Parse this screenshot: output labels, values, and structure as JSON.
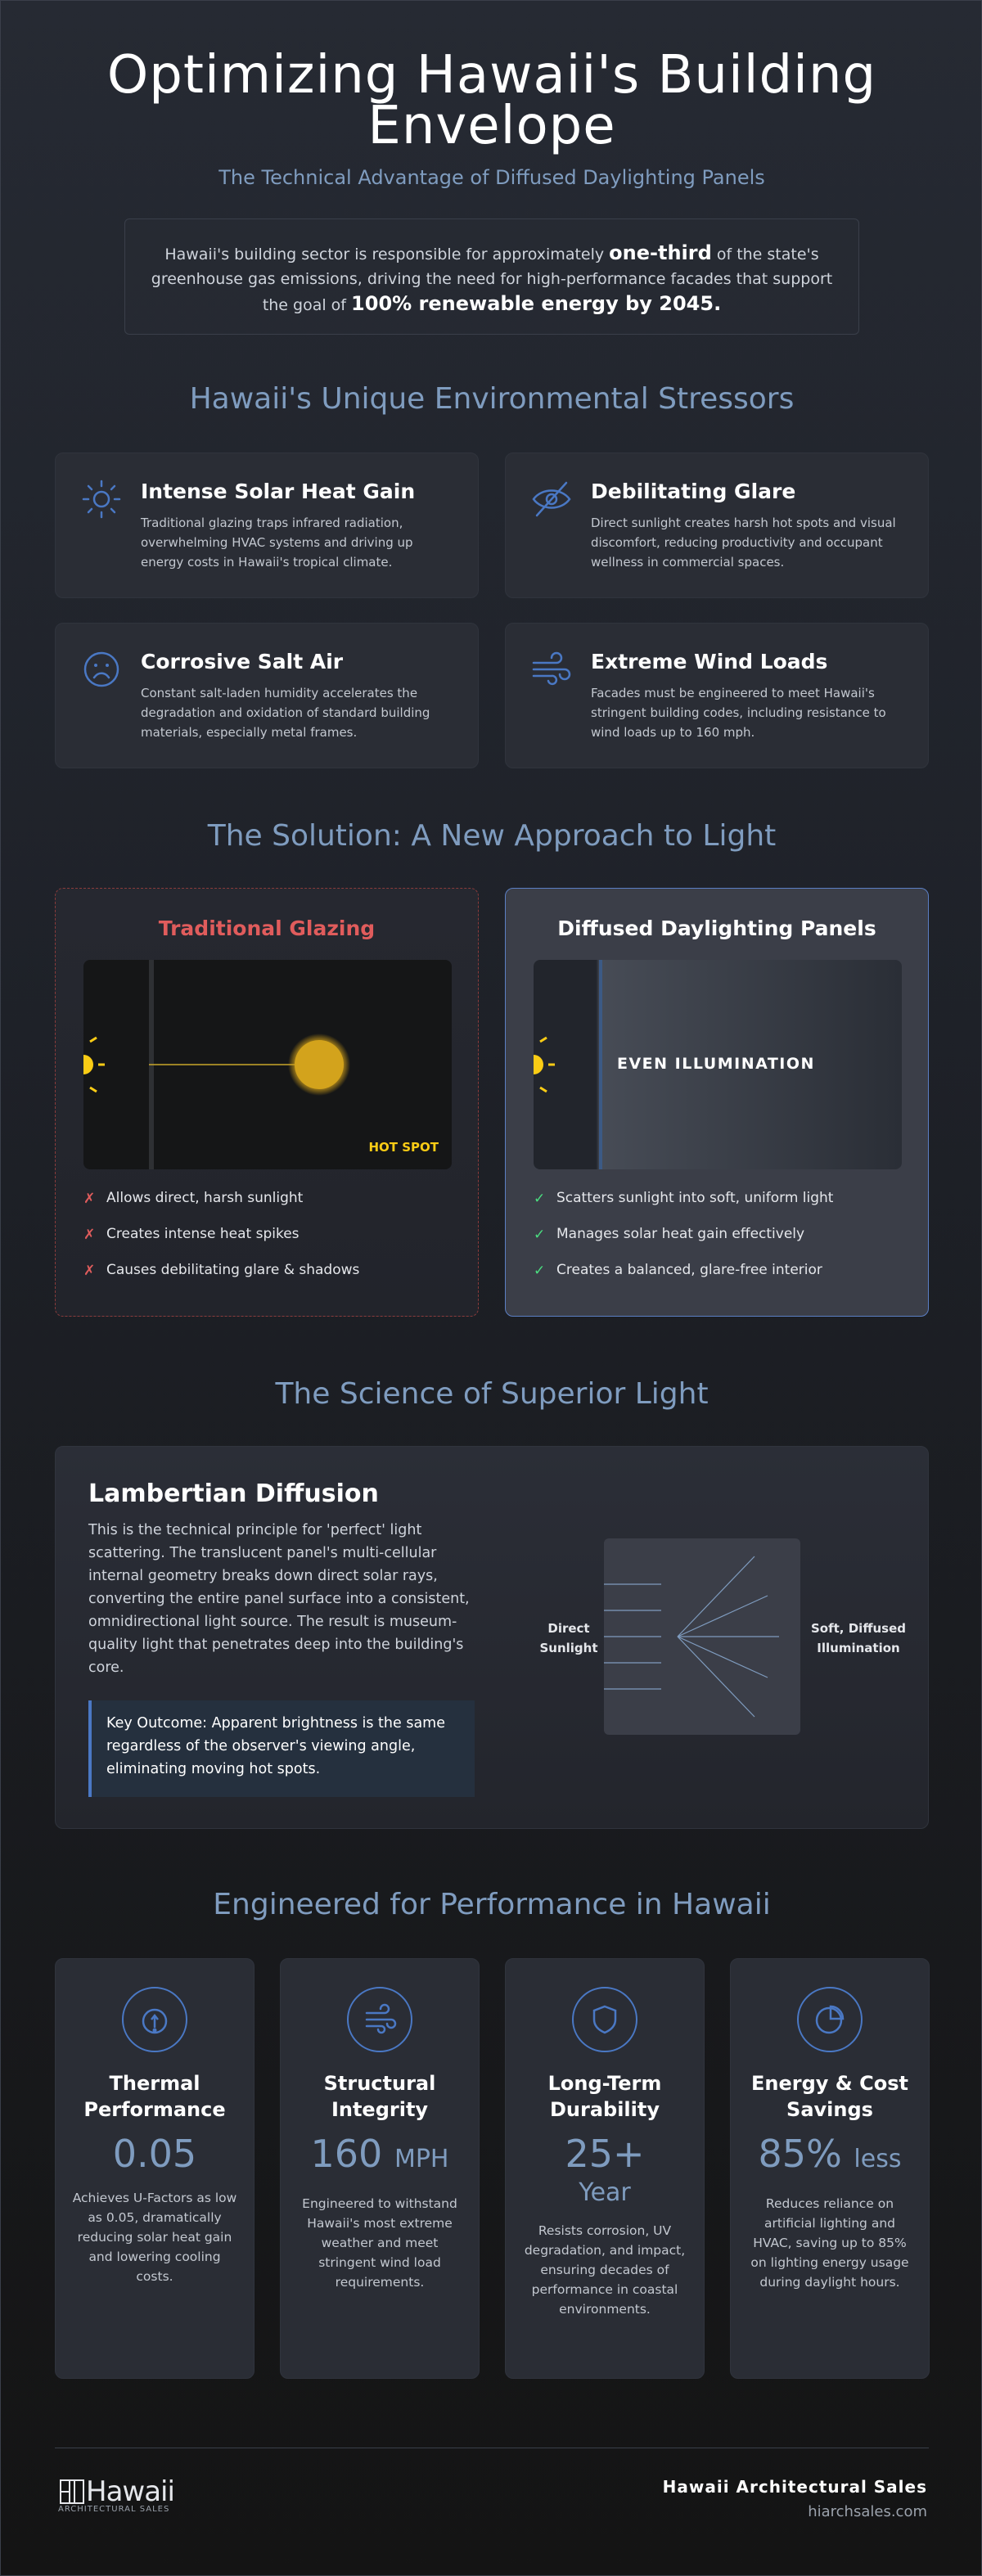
{
  "header": {
    "title": "Optimizing Hawaii's Building Envelope",
    "subtitle": "The Technical Advantage of Diffused Daylighting Panels",
    "intro_pre": "Hawaii's building sector is responsible for approximately ",
    "intro_em1": "one-third",
    "intro_mid": " of the state's greenhouse gas emissions, driving the need for high-performance facades that support the goal of ",
    "intro_em2": "100% renewable energy by 2045."
  },
  "stressors": {
    "title": "Hawaii's Unique Environmental Stressors",
    "items": [
      {
        "icon": "sun-icon",
        "title": "Intense Solar Heat Gain",
        "text": "Traditional glazing traps infrared radiation, overwhelming HVAC systems and driving up energy costs in Hawaii's tropical climate."
      },
      {
        "icon": "eye-slash-icon",
        "title": "Debilitating Glare",
        "text": "Direct sunlight creates harsh hot spots and visual discomfort, reducing productivity and occupant wellness in commercial spaces."
      },
      {
        "icon": "sad-face-icon",
        "title": "Corrosive Salt Air",
        "text": "Constant salt-laden humidity accelerates the degradation and oxidation of standard building materials, especially metal frames."
      },
      {
        "icon": "wind-icon",
        "title": "Extreme Wind Loads",
        "text": "Facades must be engineered to meet Hawaii's stringent building codes, including resistance to wind loads up to 160 mph."
      }
    ]
  },
  "solution": {
    "title": "The Solution: A New Approach to Light",
    "traditional": {
      "title": "Traditional Glazing",
      "label": "HOT SPOT",
      "points": [
        "Allows direct, harsh sunlight",
        "Creates intense heat spikes",
        "Causes debilitating glare & shadows"
      ]
    },
    "diffused": {
      "title": "Diffused Daylighting Panels",
      "label": "EVEN ILLUMINATION",
      "points": [
        "Scatters sunlight into soft, uniform light",
        "Manages solar heat gain effectively",
        "Creates a balanced, glare-free interior"
      ]
    },
    "x_mark": "✗",
    "check_mark": "✓"
  },
  "science": {
    "title": "The Science of Superior Light",
    "card_title": "Lambertian Diffusion",
    "text": "This is the technical principle for 'perfect' light scattering. The translucent panel's multi-cellular internal geometry breaks down direct solar rays, converting the entire panel surface into a consistent, omnidirectional light source. The result is museum-quality light that penetrates deep into the building's core.",
    "outcome": "Key Outcome: Apparent brightness is the same regardless of the observer's viewing angle, eliminating moving hot spots.",
    "label_in_1": "Direct",
    "label_in_2": "Sunlight",
    "label_out_1": "Soft, Diffused",
    "label_out_2": "Illumination"
  },
  "performance": {
    "title": "Engineered for Performance in Hawaii",
    "items": [
      {
        "icon": "thermometer-icon",
        "title": "Thermal Performance",
        "value": "0.05",
        "unit": "",
        "text": "Achieves U-Factors as low as 0.05, dramatically reducing solar heat gain and lowering cooling costs."
      },
      {
        "icon": "wind-icon",
        "title": "Structural Integrity",
        "value": "160",
        "unit": "MPH",
        "text": "Engineered to withstand Hawaii's most extreme weather and meet stringent wind load requirements."
      },
      {
        "icon": "shield-icon",
        "title": "Long-Term Durability",
        "value": "25+",
        "unit": "Year",
        "text": "Resists corrosion, UV degradation, and impact, ensuring decades of performance in coastal environments."
      },
      {
        "icon": "pie-chart-icon",
        "title": "Energy & Cost Savings",
        "value": "85%",
        "unit": "less",
        "text": "Reduces reliance on artificial lighting and HVAC, saving up to 85% on lighting energy usage during daylight hours."
      }
    ]
  },
  "footer": {
    "logo_word": "Hawaii",
    "logo_small": "ARCHITECTURAL SALES",
    "company": "Hawaii Architectural Sales",
    "url": "hiarchsales.com"
  },
  "colors": {
    "accent": "#4a78c4",
    "title_blue": "#7f9cbf",
    "warning": "#e05c5c",
    "sun": "#facc15",
    "check": "#4ade80"
  }
}
